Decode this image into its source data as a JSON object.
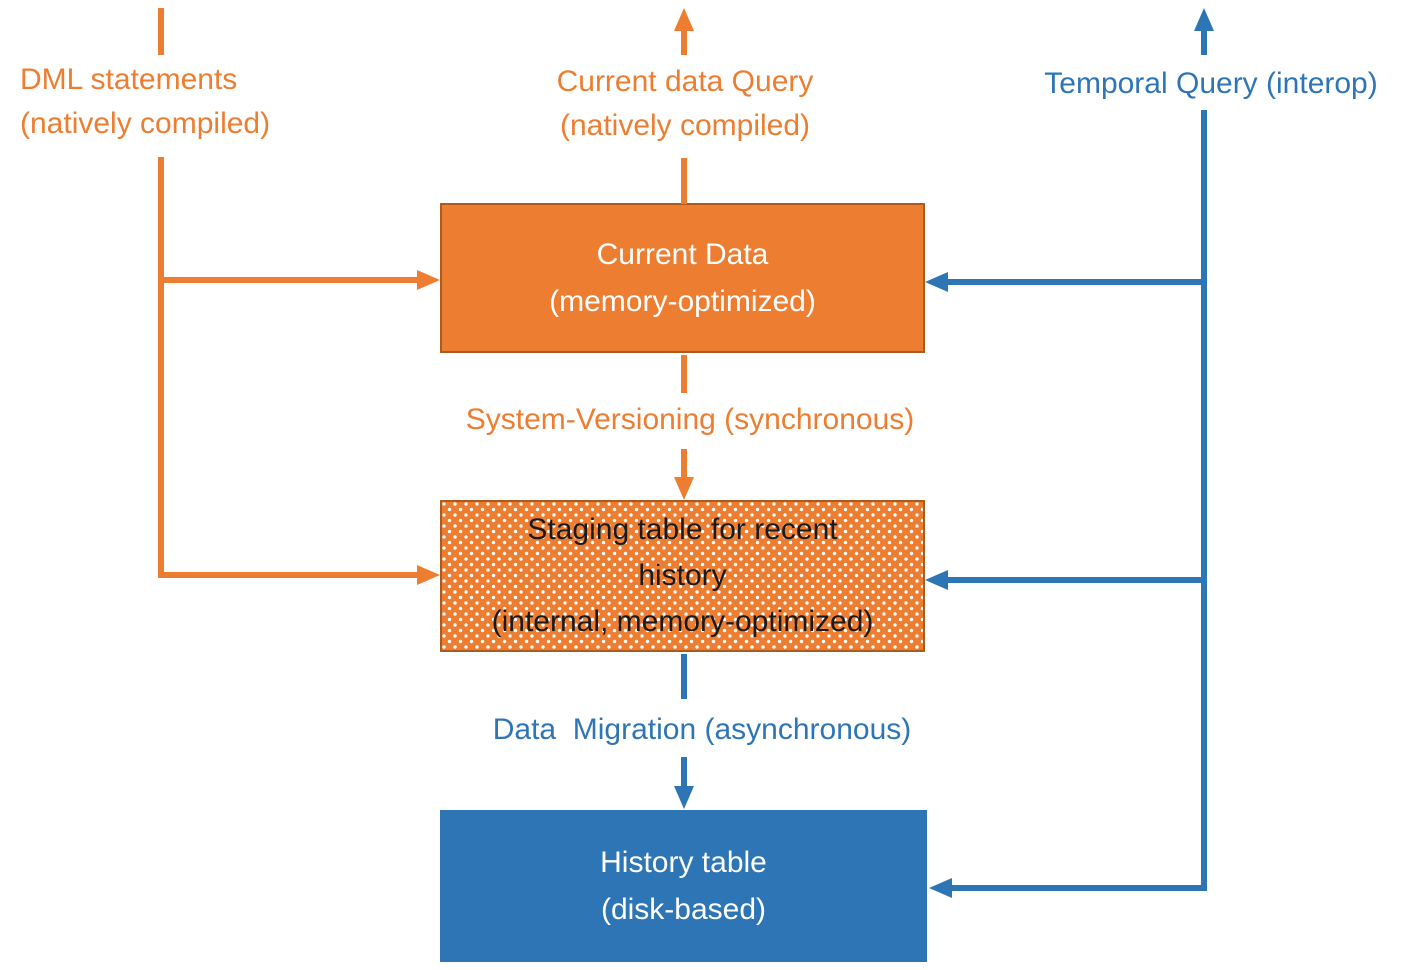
{
  "colors": {
    "orange": "#ED7D31",
    "orange-dark": "#AC5A1E",
    "blue": "#2E75B6",
    "staging-text": "#1A1A1A"
  },
  "labels": {
    "dml": "DML statements\n(natively compiled)",
    "current_query": "Current data Query\n(natively compiled)",
    "temporal": "Temporal Query (interop)",
    "system_versioning": "System-Versioning (synchronous)",
    "data_migration": "Data  Migration (asynchronous)"
  },
  "boxes": {
    "current": {
      "text": "Current Data\n(memory-optimized)"
    },
    "staging": {
      "text": "Staging table for recent\nhistory\n(internal, memory-optimized)"
    },
    "history": {
      "text": "History table\n(disk-based)"
    }
  }
}
